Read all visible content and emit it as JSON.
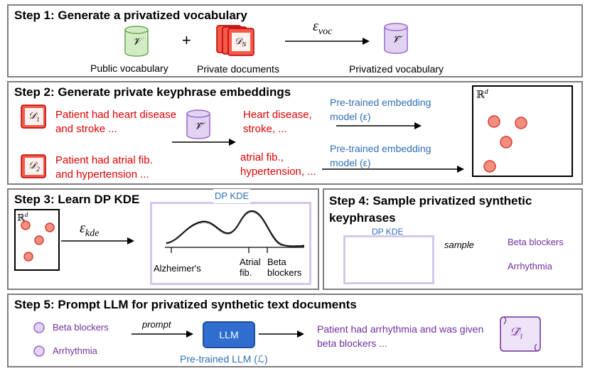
{
  "step1": {
    "title": "Step 1: Generate a privatized vocabulary",
    "public_label": "Public vocabulary",
    "private_label": "Private documents",
    "privatized_label": "Privatized vocabulary",
    "plus": "+",
    "arrow_label": "ε",
    "arrow_sub": "voc",
    "v_symbol": "𝒱",
    "v_tilde_symbol": "𝒱̃",
    "dn_symbol": "𝒟",
    "dn_sub": "N"
  },
  "step2": {
    "title": "Step 2: Generate private keyphrase embeddings",
    "doc1_text": [
      "Patient had heart disease",
      "and stroke ..."
    ],
    "doc2_text": [
      "Patient had atrial fib.",
      "and hypertension ..."
    ],
    "keyphrases1": [
      "Heart disease,",
      "stroke, ..."
    ],
    "keyphrases2": [
      "atrial fib.,",
      "hypertension, ..."
    ],
    "model_label": [
      "Pre-trained embedding",
      "model (ε)"
    ],
    "d1_symbol": "𝒟",
    "d1_sub": "1",
    "d2_symbol": "𝒟",
    "d2_sub": "2",
    "v_tilde_symbol": "𝒱̃",
    "space_label": "ℝ",
    "space_sup": "d"
  },
  "step3": {
    "title": "Step 3: Learn DP KDE",
    "space_label": "ℝ",
    "space_sup": "d",
    "arrow_label": "ε",
    "arrow_sub": "kde",
    "kde_title": "DP KDE",
    "x_labels": [
      "Alzheimer's",
      "Atrial fib.",
      "Beta blockers"
    ]
  },
  "step4": {
    "title": [
      "Step 4: Sample privatized synthetic",
      "keyphrases"
    ],
    "kde_title": "DP KDE",
    "arrow_label": "sample",
    "outputs": [
      "Beta blockers",
      "Arrhythmia"
    ]
  },
  "step5": {
    "title": "Step 5: Prompt LLM for privatized synthetic text documents",
    "inputs": [
      "Beta blockers",
      "Arrhythmia"
    ],
    "arrow_label": "prompt",
    "llm_label": "LLM",
    "llm_caption": "Pre-trained LLM (ℒ)",
    "output_text": [
      "Patient had arrhythmia and was given",
      "beta blockers ..."
    ],
    "doc_symbol": "𝒟̃",
    "doc_sub": "1"
  },
  "colors": {
    "red": "#e00000",
    "blue": "#2e6fb5",
    "purple": "#7030a0",
    "green_fill": "#d3ecc6",
    "green_stroke": "#6aa84f",
    "lavender_fill": "#e3d3f3",
    "lavender_stroke": "#9966cc",
    "dot_fill": "#f08f82",
    "dot_stroke": "#d93b2b",
    "llm_blue": "#2f6ecf"
  }
}
